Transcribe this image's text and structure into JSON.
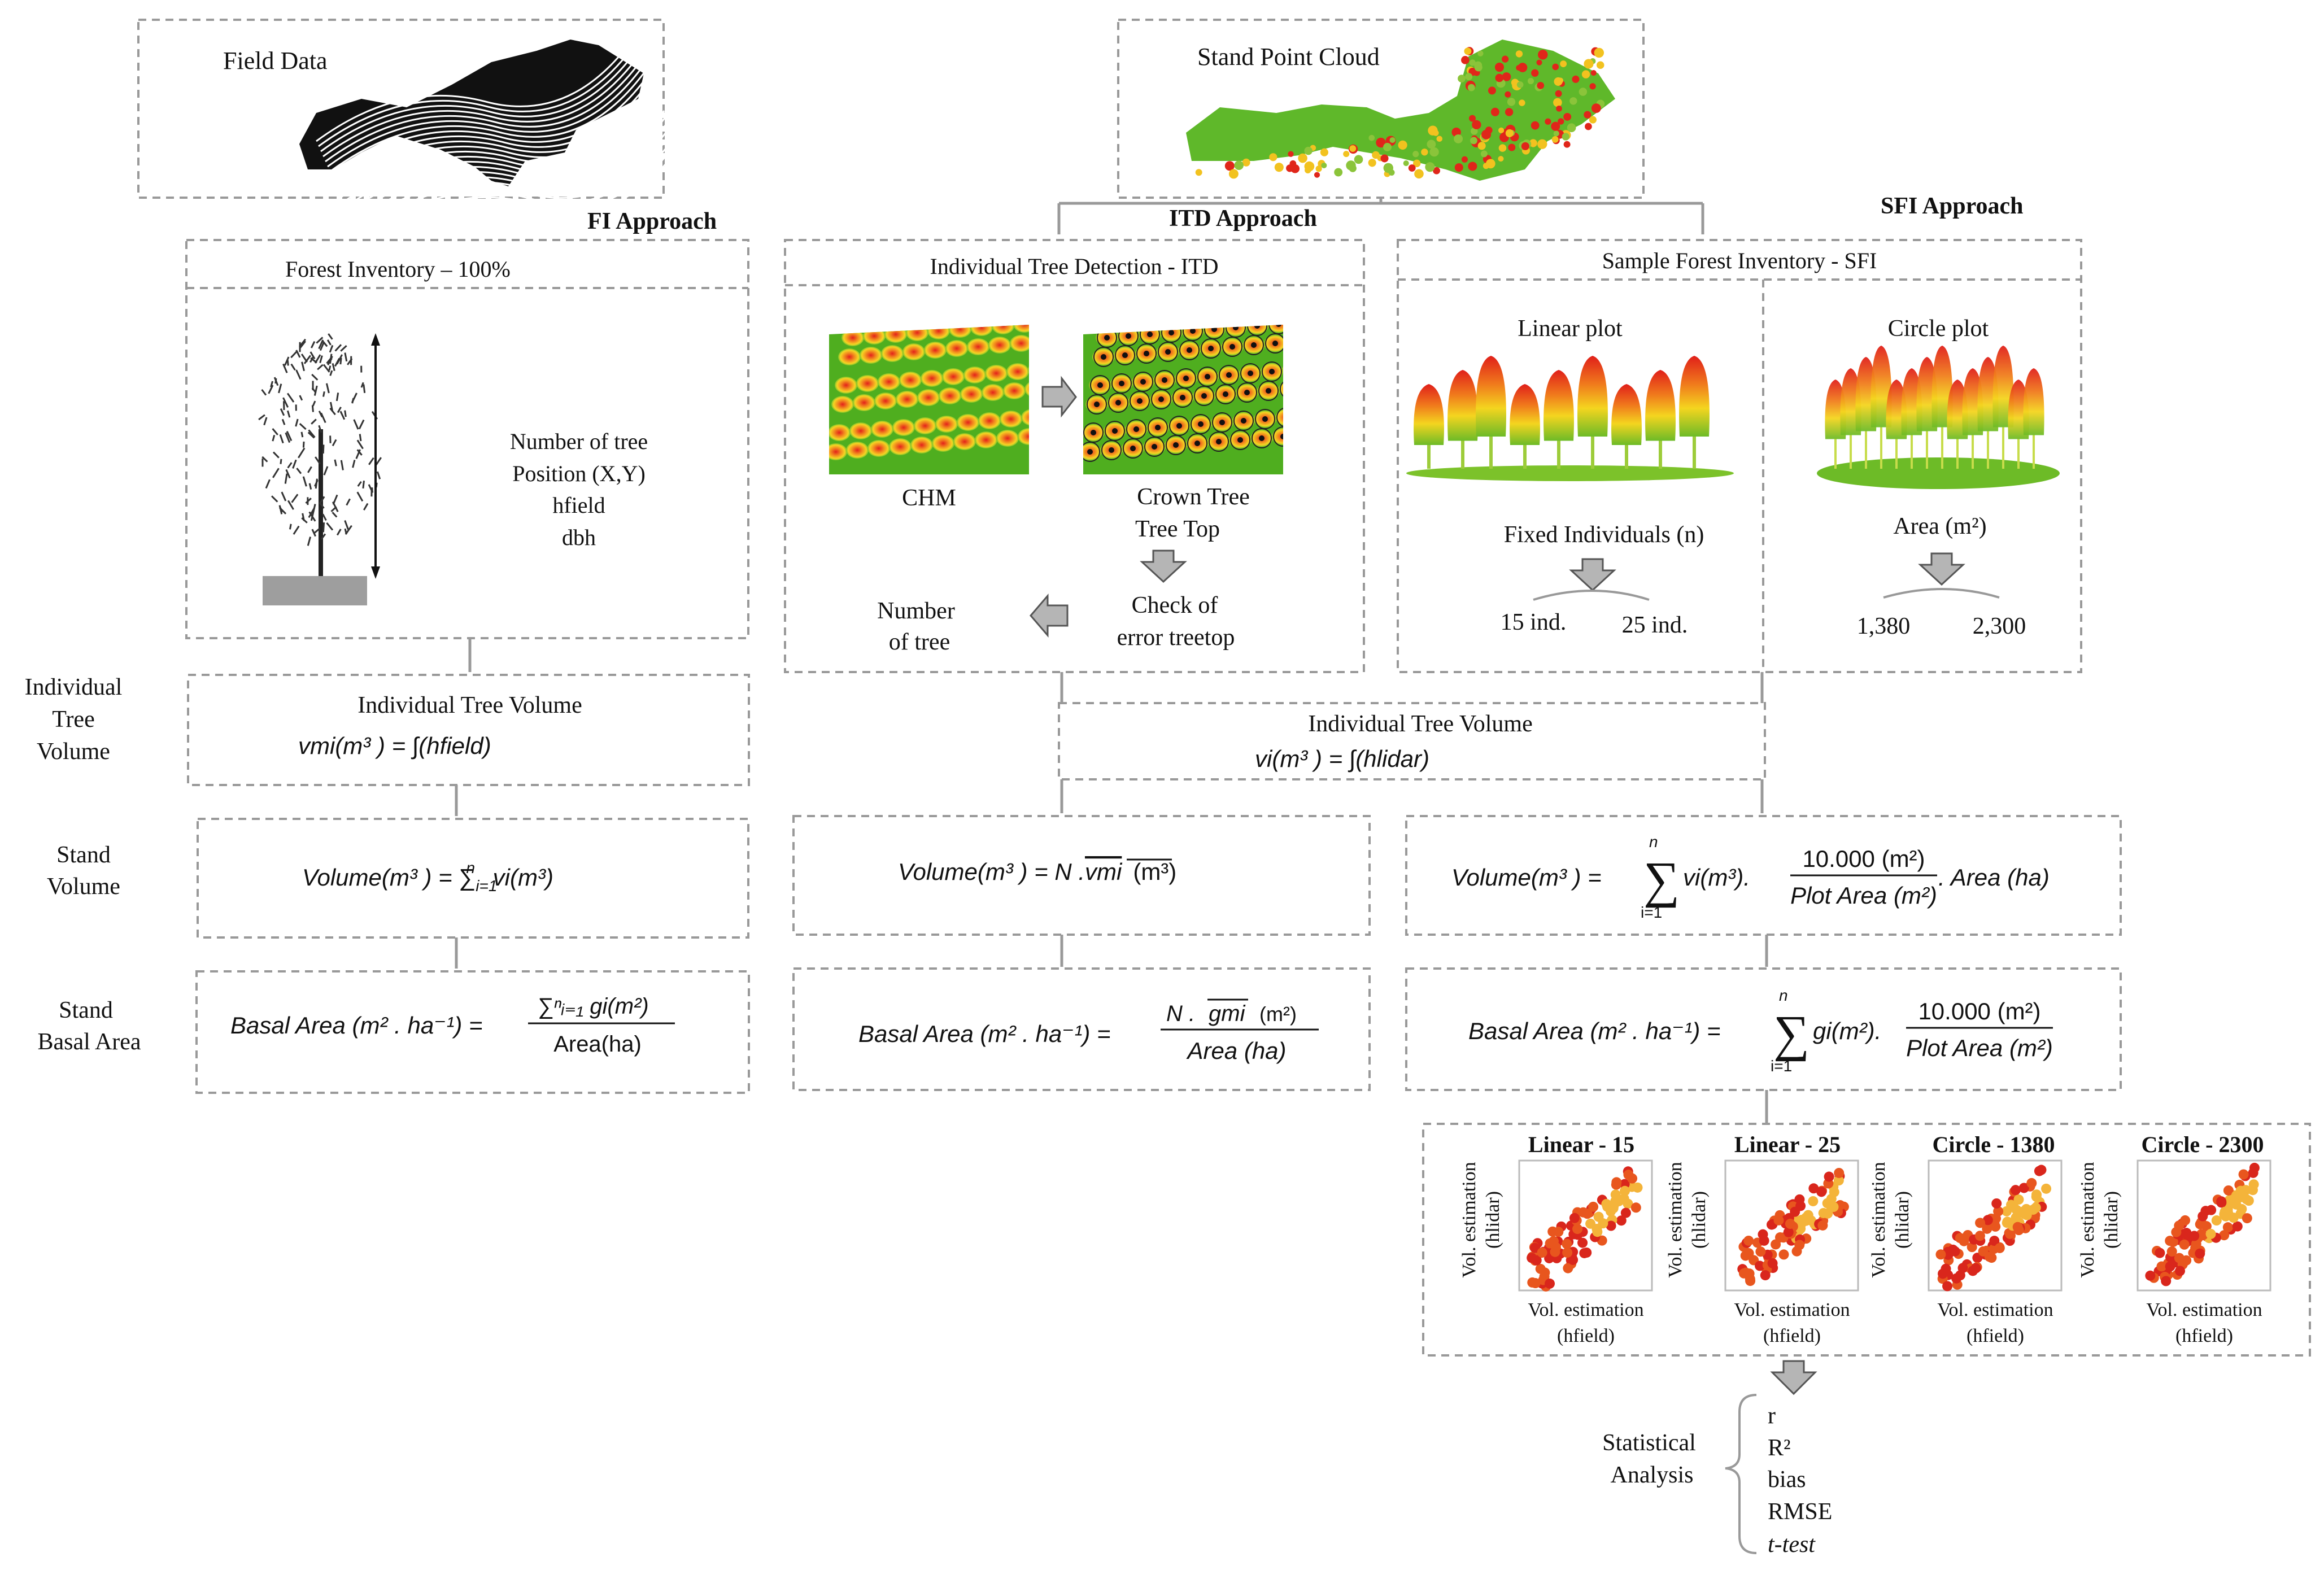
{
  "field_data": {
    "title": "Field Data"
  },
  "stand_point_cloud": {
    "title": "Stand Point Cloud"
  },
  "approaches": {
    "fi": "FI Approach",
    "itd": "ITD Approach",
    "sfi": "SFI Approach"
  },
  "fi_box": {
    "title": "Forest Inventory – 100%",
    "attrs": [
      "Number  of tree",
      "Position (X,Y)",
      "hfield",
      "dbh"
    ]
  },
  "itd_box": {
    "title": "Individual Tree Detection - ITD",
    "chm": "CHM",
    "crown1": "Crown Tree",
    "crown2": "Tree Top",
    "check1": "Check of",
    "check2": "error treetop",
    "num1": "Number",
    "num2": "of tree"
  },
  "sfi_box": {
    "title": "Sample Forest Inventory - SFI",
    "linear": "Linear plot",
    "circle": "Circle plot",
    "fixed": "Fixed Individuals (n)",
    "ind15": "15 ind.",
    "ind25": "25 ind.",
    "area": "Area (m²)",
    "a1380": "1,380",
    "a2300": "2,300"
  },
  "row_labels": {
    "itv": [
      "Individual",
      "Tree",
      "Volume"
    ],
    "sv": [
      "Stand",
      "Volume"
    ],
    "sba": [
      "Stand",
      "Basal Area"
    ]
  },
  "itv_fi": {
    "title": "Individual Tree Volume",
    "formula": "vmi(m³ ) = ∫(hfield)"
  },
  "itv_lidar": {
    "title": "Individual Tree Volume",
    "formula": "vi(m³ ) = ∫(hlidar)"
  },
  "sv_fi": {
    "lhs": "Volume(m³ ) = ",
    "sum": "∑",
    "sub": "i=1",
    "sup": "n",
    "rhs": " vi(m³)"
  },
  "sv_itd": {
    "lhs": "Volume(m³ ) = N .",
    "bar": "vmi",
    "unit": "(m³)"
  },
  "sv_sfi": {
    "lhs": "Volume(m³ ) = ",
    "sum": "∑",
    "sub": "i=1",
    "sup": "n",
    "mid": "vi(m³).",
    "num": "10.000 (m²)",
    "den": "Plot Area (m²)",
    "rhs": ". Area (ha)"
  },
  "sba_fi": {
    "lhs": "Basal Area (m² . ha⁻¹) = ",
    "num": "∑ⁿᵢ₌₁ gi(m²)",
    "den": "Area(ha)"
  },
  "sba_itd": {
    "lhs": "Basal Area (m² . ha⁻¹) = ",
    "num_pre": "N .",
    "num_bar": "gmi",
    "num_unit": "(m²)",
    "den": "Area (ha)"
  },
  "sba_sfi": {
    "lhs": "Basal Area (m² . ha⁻¹) = ",
    "sum": "∑",
    "sub": "i=1",
    "sup": "n",
    "mid": "gi(m²).",
    "num": "10.000 (m²)",
    "den": "Plot Area (m²)"
  },
  "scatter": {
    "titles": [
      "Linear - 15",
      "Linear - 25",
      "Circle - 1380",
      "Circle - 2300"
    ],
    "ylabel1": "Vol. estimation",
    "ylabel2": "(hlidar)",
    "xlabel1": "Vol. estimation",
    "xlabel2": "(hfield)"
  },
  "stats": {
    "label1": "Statistical",
    "label2": "Analysis",
    "items": [
      "r",
      "R²",
      "bias",
      "RMSE",
      "t-test"
    ]
  },
  "colors": {
    "dashed": "#999999",
    "arrow_fill": "#b5b5b5",
    "green": "#4fae1f",
    "red": "#e0261a",
    "yellow": "#f7d21d"
  }
}
